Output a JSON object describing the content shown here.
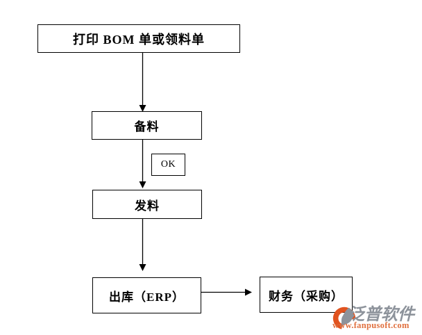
{
  "diagram": {
    "type": "flowchart",
    "nodes": {
      "print_bom": {
        "label": "打印 BOM 单或领料单"
      },
      "prepare": {
        "label": "备料"
      },
      "ok_note": {
        "label": "OK"
      },
      "issue": {
        "label": "发料"
      },
      "outbound": {
        "label": "出库（ERP）"
      },
      "finance": {
        "label": "财务（采购）"
      }
    },
    "edges": [
      {
        "from": "print_bom",
        "to": "prepare",
        "direction": "down",
        "label": ""
      },
      {
        "from": "prepare",
        "to": "issue",
        "direction": "down",
        "label": "OK"
      },
      {
        "from": "issue",
        "to": "outbound",
        "direction": "down",
        "label": ""
      },
      {
        "from": "outbound",
        "to": "finance",
        "direction": "right",
        "label": ""
      }
    ],
    "line_color": "#000000",
    "box_fill": "#ffffff"
  },
  "watermark": {
    "brand": "泛普软件",
    "url": "www.fanpusoft.com",
    "brand_color": "#8d939b",
    "accent_color": "#e1531f"
  }
}
